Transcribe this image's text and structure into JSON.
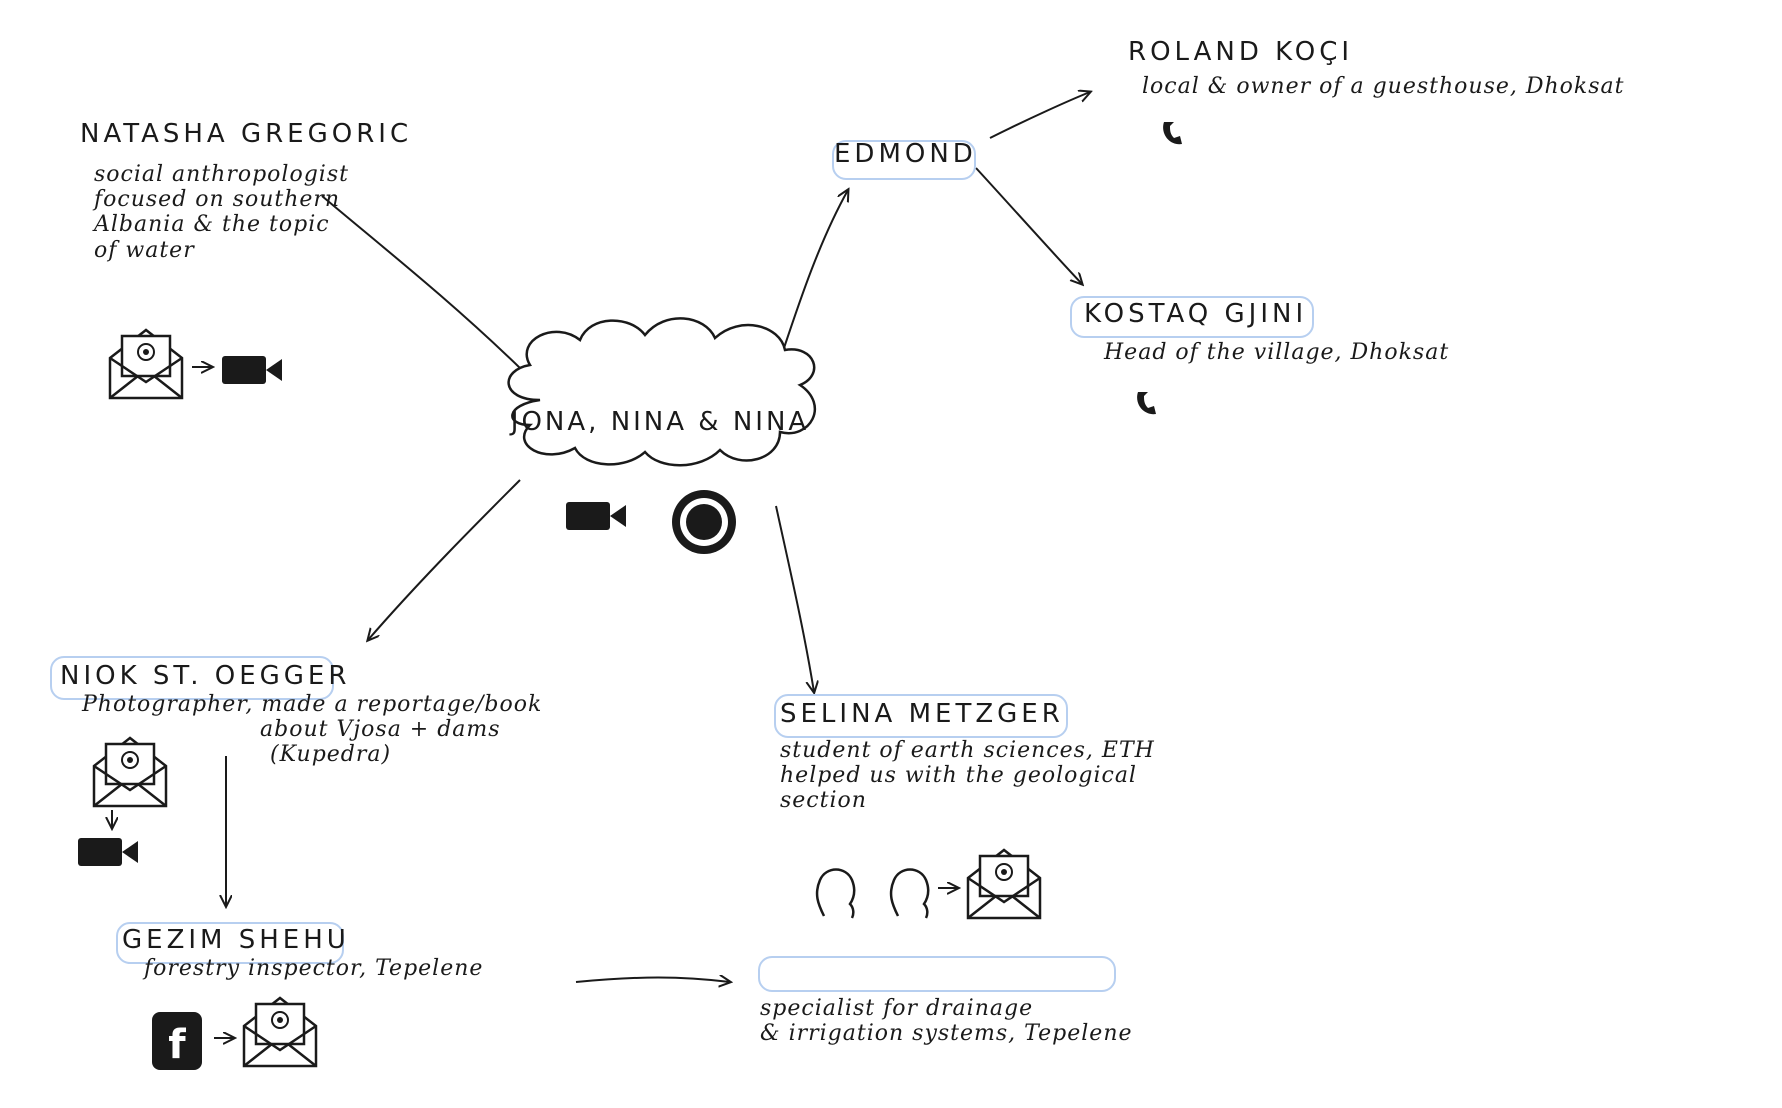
{
  "center": {
    "label": "JONA, NINA & NINA"
  },
  "people": [
    {
      "id": "natasha",
      "name": "NATASHA GREGORIC",
      "desc": [
        "social anthropologist",
        "focused on southern",
        "Albania & the topic",
        "of water"
      ]
    },
    {
      "id": "edmond",
      "name": "EDMOND",
      "desc": []
    },
    {
      "id": "roland",
      "name": "ROLAND KOÇI",
      "desc": [
        "local & owner of a guesthouse, Dhoksat"
      ]
    },
    {
      "id": "kostaq",
      "name": "KOSTAQ GJINI",
      "desc": [
        "Head of the village, Dhoksat"
      ]
    },
    {
      "id": "niok",
      "name": "NIOK ST. OEGGER",
      "desc": [
        "Photographer, made a reportage/book",
        "about Vjosa + dams",
        "(Kupedra)"
      ]
    },
    {
      "id": "selina",
      "name": "SELINA METZGER",
      "desc": [
        "student of earth sciences, ETH",
        "helped us with the geological",
        "section"
      ]
    },
    {
      "id": "gezim",
      "name": "GEZIM SHEHU",
      "desc": [
        "forestry inspector, Tepelene"
      ]
    },
    {
      "id": "specialist",
      "name": "",
      "desc": [
        "specialist for drainage",
        "& irrigation systems, Tepelene"
      ]
    }
  ],
  "icons": {
    "email": "envelope-email-icon",
    "video": "video-camera-icon",
    "phone": "phone-icon",
    "whatsapp": "whatsapp-icon",
    "facebook": "facebook-icon",
    "person": "person-silhouette-icon"
  },
  "colors": {
    "ink": "#1a1a1a",
    "highlight": "#b7cff0"
  }
}
